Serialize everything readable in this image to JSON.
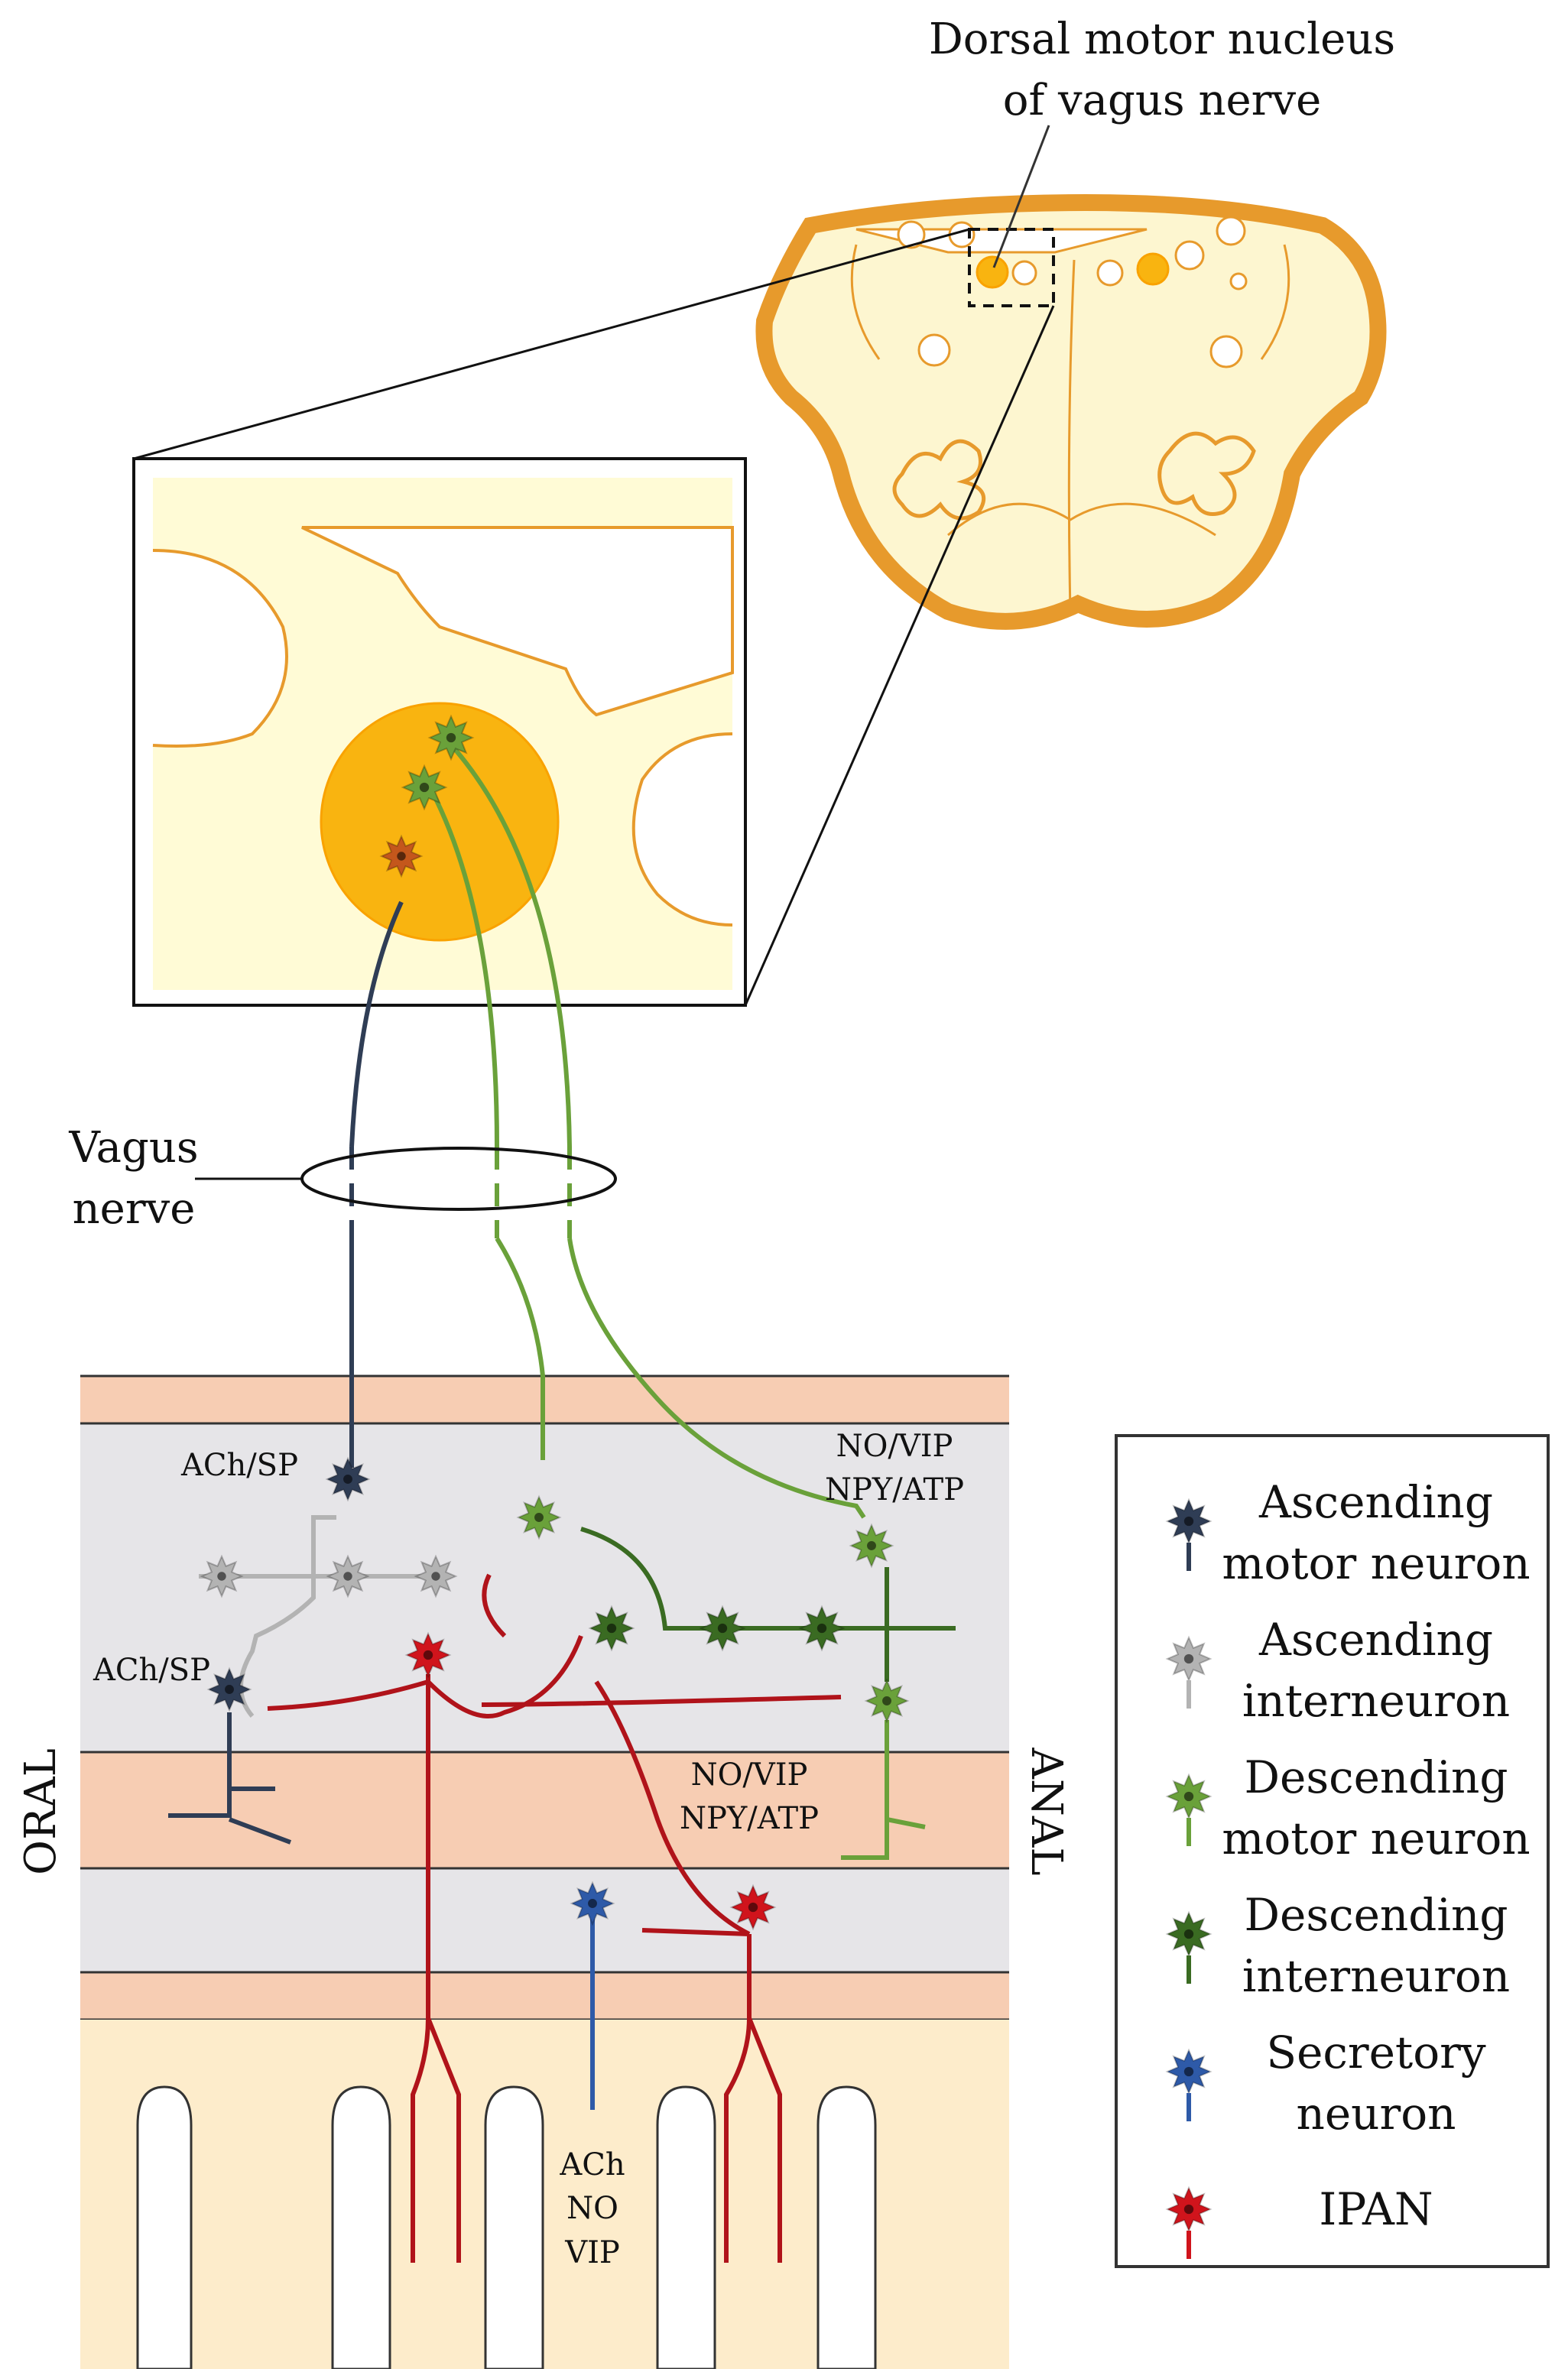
{
  "callout": {
    "line1": "Dorsal motor nucleus",
    "line2": "of vagus nerve"
  },
  "vagus": {
    "line1": "Vagus",
    "line2": "nerve"
  },
  "sides": {
    "oral": "ORAL",
    "anal": "ANAL"
  },
  "transmitters": {
    "ach_sp_top": "ACh/SP",
    "ach_sp_bottom": "ACh/SP",
    "no_vip_1": "NO/VIP",
    "npy_atp_1": "NPY/ATP",
    "no_vip_2": "NO/VIP",
    "npy_atp_2": "NPY/ATP",
    "ach": "ACh",
    "no": "NO",
    "vip": "VIP"
  },
  "legend": {
    "items": [
      {
        "line1": "Ascending",
        "line2": "motor neuron",
        "color": "#2f3d55"
      },
      {
        "line1": "Ascending",
        "line2": "interneuron",
        "color": "#b3b3b3"
      },
      {
        "line1": "Descending",
        "line2": "motor neuron",
        "color": "#6aa13a"
      },
      {
        "line1": "Descending",
        "line2": "interneuron",
        "color": "#3a6b22"
      },
      {
        "line1": "Secretory",
        "line2": "neuron",
        "color": "#2e5aa8"
      },
      {
        "line1": "IPAN",
        "line2": "",
        "color": "#d0141c"
      }
    ]
  },
  "colors": {
    "muscle_layer": "#f7cdb3",
    "plexus_layer": "#e6e5e8",
    "mucosa": "#fdeccb",
    "brainstem_fill": "#fdf6d0",
    "brainstem_outline": "#e79a2c",
    "nucleus": "#f9b410"
  }
}
